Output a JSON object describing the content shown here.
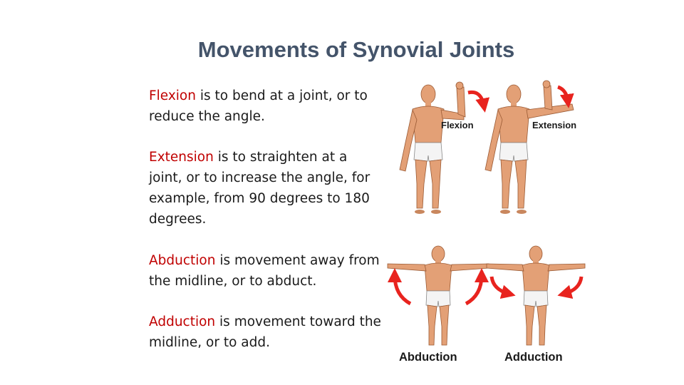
{
  "slide": {
    "title": "Movements of Synovial Joints",
    "definitions": [
      {
        "term": "Flexion",
        "text": " is to bend at a joint, or to reduce the angle."
      },
      {
        "term": "Extension",
        "text": " is to straighten at a joint, or to increase the angle, for example, from 90 degrees to 180 degrees."
      },
      {
        "term": "Abduction",
        "text": " is movement away from the midline, or to abduct."
      },
      {
        "term": "Adduction",
        "text": " is movement toward the midline, or to add."
      }
    ],
    "figures": {
      "flexion_label": "Flexion",
      "extension_label": "Extension",
      "abduction_label": "Abduction",
      "adduction_label": "Adduction"
    },
    "colors": {
      "title": "#44546A",
      "term": "#C00000",
      "skin": "#E3A076",
      "arrow": "#E8231E"
    }
  }
}
